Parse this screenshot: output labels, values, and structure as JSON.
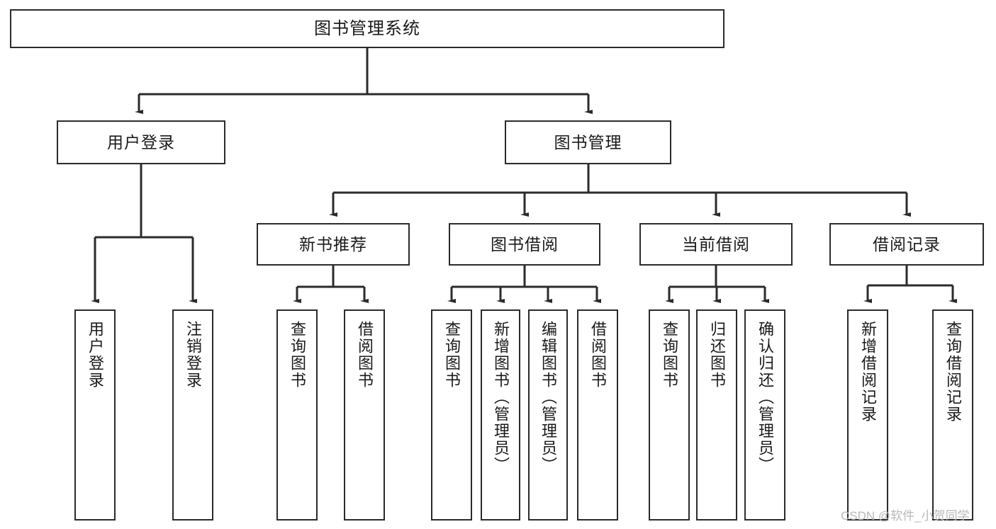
{
  "diagram": {
    "type": "tree",
    "title": "图书管理系统",
    "root": {
      "label": "图书管理系统"
    },
    "level1": [
      {
        "label": "用户登录"
      },
      {
        "label": "图书管理"
      }
    ],
    "level2": [
      {
        "label": "新书推荐"
      },
      {
        "label": "图书借阅"
      },
      {
        "label": "当前借阅"
      },
      {
        "label": "借阅记录"
      }
    ],
    "leaves": {
      "user_login": [
        {
          "label": "用户登录"
        },
        {
          "label": "注销登录"
        }
      ],
      "new_book_recommend": [
        {
          "label": "查询图书"
        },
        {
          "label": "借阅图书"
        }
      ],
      "book_borrow": [
        {
          "label": "查询图书"
        },
        {
          "label": "新增图书（管理员）"
        },
        {
          "label": "编辑图书（管理员）"
        },
        {
          "label": "借阅图书"
        }
      ],
      "current_borrow": [
        {
          "label": "查询图书"
        },
        {
          "label": "归还图书"
        },
        {
          "label": "确认归还（管理员）"
        }
      ],
      "borrow_record": [
        {
          "label": "新增借阅记录"
        },
        {
          "label": "查询借阅记录"
        }
      ]
    }
  },
  "watermark": {
    "text": "CSDN @软件_小贺同学"
  },
  "colors": {
    "border": "#2b2b2b",
    "background": "#ffffff",
    "text": "#1a1a1a",
    "watermark": "#b8b8b8"
  }
}
